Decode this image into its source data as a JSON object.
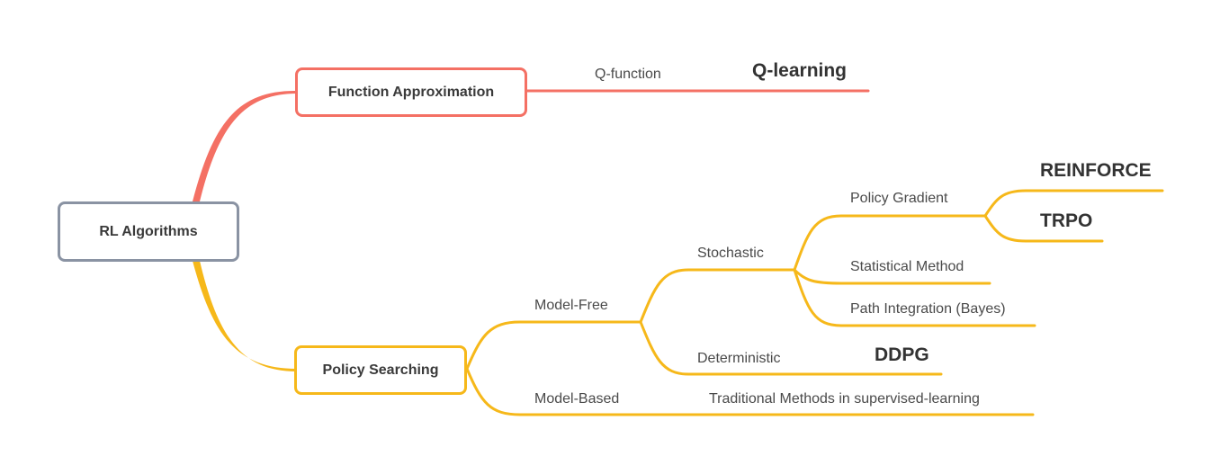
{
  "root": {
    "label": "RL Algorithms"
  },
  "function_approximation": {
    "label": "Function Approximation",
    "q_function": {
      "label": "Q-function",
      "leaf": "Q-learning"
    }
  },
  "policy_searching": {
    "label": "Policy Searching",
    "model_free": {
      "label": "Model-Free",
      "stochastic": {
        "label": "Stochastic",
        "policy_gradient": {
          "label": "Policy Gradient",
          "leaves": [
            "REINFORCE",
            "TRPO"
          ]
        },
        "statistical_method": {
          "label": "Statistical Method"
        },
        "path_integration": {
          "label": "Path Integration (Bayes)"
        }
      },
      "deterministic": {
        "label": "Deterministic",
        "leaf": "DDPG"
      }
    },
    "model_based": {
      "label": "Model-Based",
      "leaf": "Traditional Methods in supervised-learning"
    }
  },
  "colors": {
    "red_branch": "#f47064",
    "yellow_branch": "#f6b81a",
    "root_border": "#8a93a3"
  }
}
